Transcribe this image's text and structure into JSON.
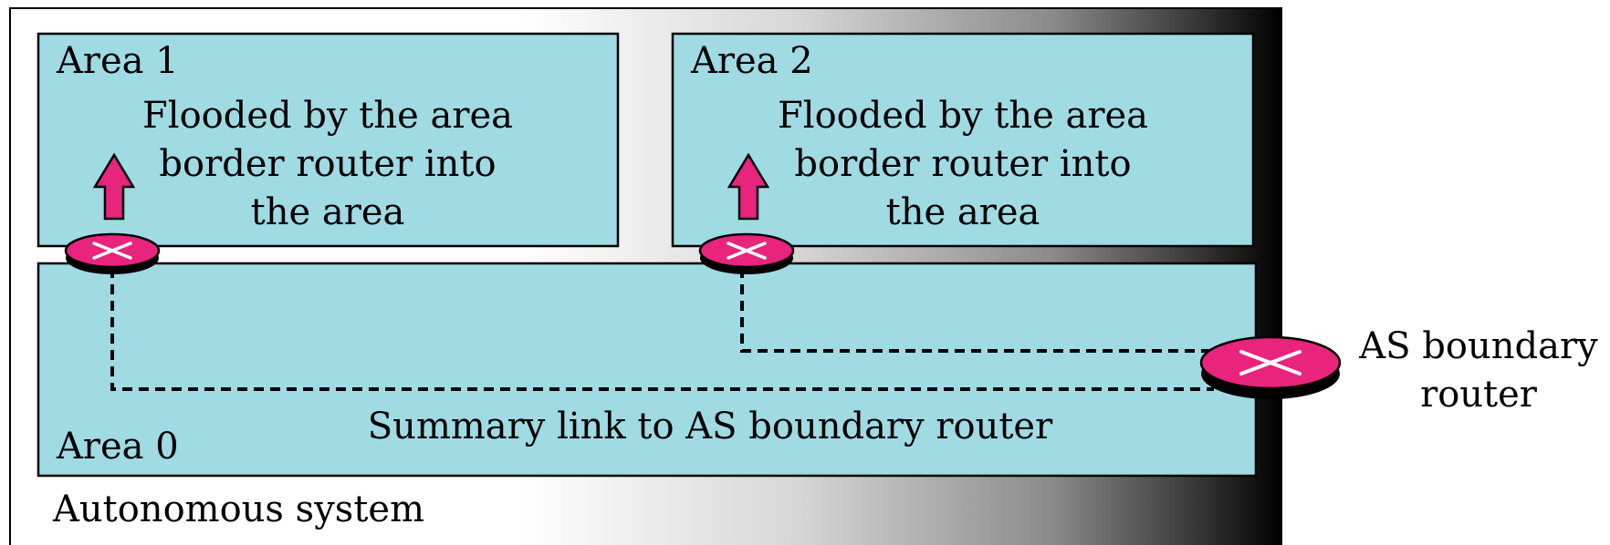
{
  "system": {
    "label": "Autonomous system"
  },
  "areas": [
    {
      "id": "area1",
      "label": "Area 1",
      "text_lines": [
        "Flooded by the area",
        "border router into",
        "the area"
      ]
    },
    {
      "id": "area2",
      "label": "Area 2",
      "text_lines": [
        "Flooded by the area",
        "border router into",
        "the area"
      ]
    },
    {
      "id": "area0",
      "label": "Area 0"
    }
  ],
  "links": {
    "summary_label": "Summary link to AS boundary router"
  },
  "asbr": {
    "label_lines": [
      "AS boundary",
      "router"
    ]
  },
  "colors": {
    "area_fill": "#a0dae3",
    "router_fill": "#e8247d",
    "arrow_fill": "#e8247d",
    "outline": "#000000",
    "gradient_start": "#ffffff",
    "gradient_end": "#000000"
  }
}
